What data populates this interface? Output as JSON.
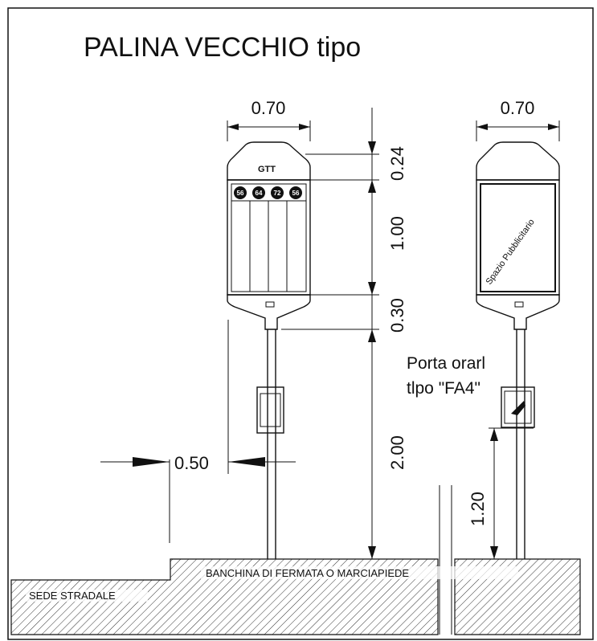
{
  "title": "PALINA VECCHIO tipo",
  "dimensions": {
    "width_left": "0.70",
    "width_right": "0.70",
    "head": "0.24",
    "panel": "1.00",
    "base": "0.30",
    "pole": "2.00",
    "offset": "0.50",
    "box_height": "1.20"
  },
  "labels": {
    "brand": "GTT",
    "lines": [
      "56",
      "64",
      "72",
      "56"
    ],
    "ad_space": "Spazio Pubblicitario",
    "holder_line1": "Porta orarl",
    "holder_line2": "tlpo \"FA4\"",
    "platform": "BANCHINA DI FERMATA O MARCIAPIEDE",
    "road": "SEDE STRADALE"
  }
}
